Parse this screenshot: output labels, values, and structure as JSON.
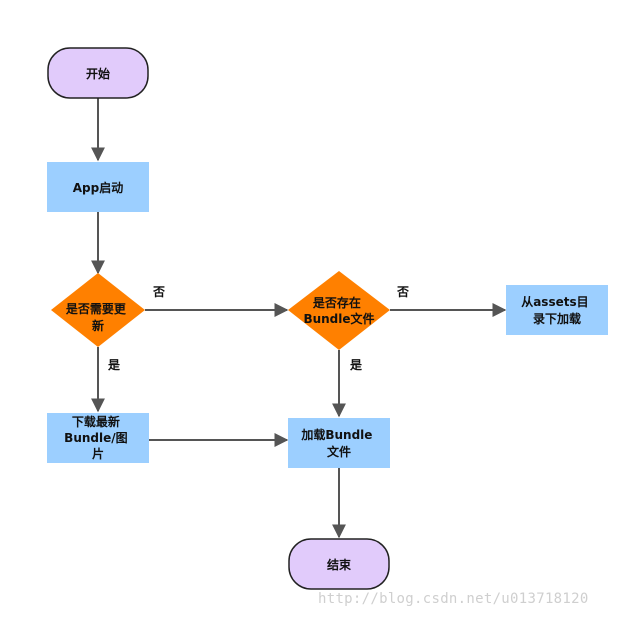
{
  "colors": {
    "terminal_fill": "#e1cbfb",
    "process_fill": "#9ccfff",
    "decision_fill": "#ff8000",
    "edge": "#555555"
  },
  "nodes": {
    "start": {
      "lines": [
        "开始"
      ]
    },
    "app_start": {
      "lines": [
        "App启动"
      ]
    },
    "need_update": {
      "lines": [
        "是否需要更",
        "新"
      ]
    },
    "bundle_exists": {
      "lines": [
        "是否存在",
        "Bundle文件"
      ]
    },
    "load_from_assets": {
      "lines": [
        "从assets目",
        "录下加载"
      ]
    },
    "download_latest": {
      "lines": [
        "下载最新",
        "Bundle/图",
        "片"
      ]
    },
    "load_bundle": {
      "lines": [
        "加载Bundle",
        "文件"
      ]
    },
    "end": {
      "lines": [
        "结束"
      ]
    }
  },
  "edge_labels": {
    "need_update_no": "否",
    "need_update_yes": "是",
    "bundle_exists_no": "否",
    "bundle_exists_yes": "是"
  },
  "watermark": "http://blog.csdn.net/u013718120"
}
